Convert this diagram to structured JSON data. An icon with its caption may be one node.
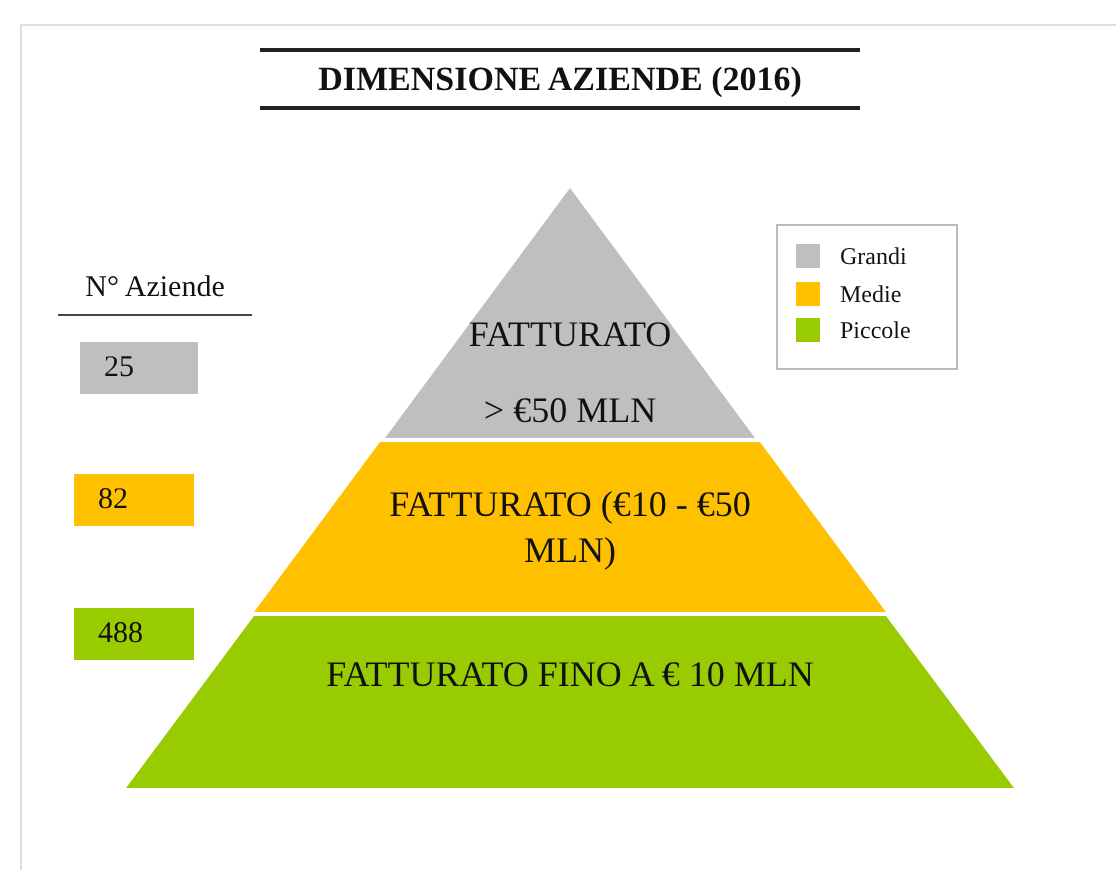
{
  "diagram": {
    "title": "DIMENSIONE AZIENDE (2016)",
    "nodes": [
      {
        "text": [
          "FATTURATO",
          "> €50 MLN"
        ]
      },
      {
        "text": [
          "FATTURATO (€10 - €50 MLN)"
        ]
      },
      {
        "text": [
          "FATTURATO FINO A € 10 MLN"
        ]
      },
      {
        "text": [
          "25"
        ]
      },
      {
        "text": [
          "82"
        ]
      },
      {
        "text": [
          "488"
        ]
      }
    ],
    "labels": [
      "N° Aziende"
    ],
    "legend": [
      {
        "text": "Grandi",
        "color": "#bfbfbf"
      },
      {
        "text": "Medie",
        "color": "#ffc000"
      },
      {
        "text": "Piccole",
        "color": "#99cc00"
      }
    ]
  }
}
